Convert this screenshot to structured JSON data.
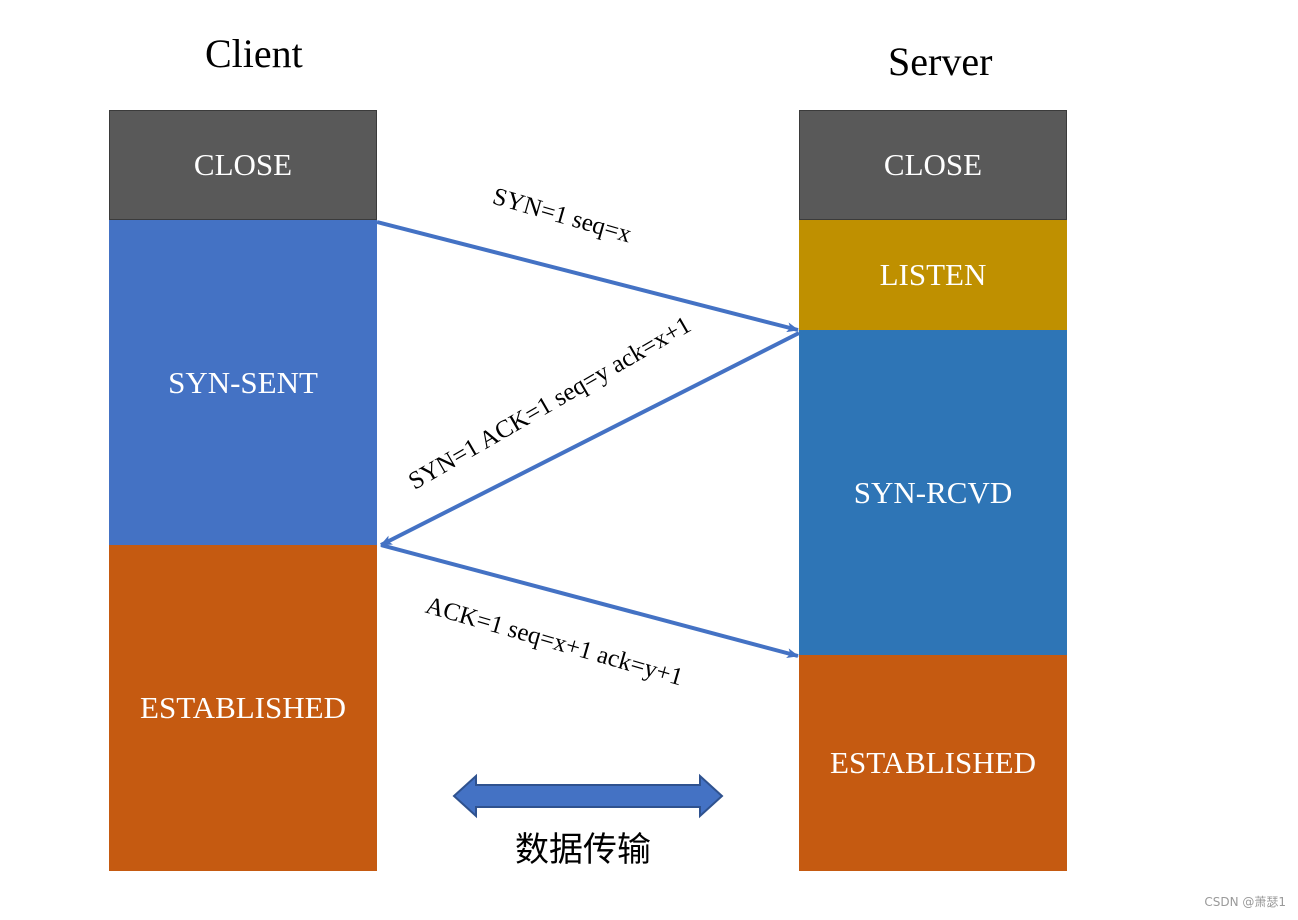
{
  "client": {
    "title": "Client",
    "states": {
      "close": "CLOSE",
      "syn_sent": "SYN-SENT",
      "established": "ESTABLISHED"
    }
  },
  "server": {
    "title": "Server",
    "states": {
      "close": "CLOSE",
      "listen": "LISTEN",
      "syn_rcvd": "SYN-RCVD",
      "established": "ESTABLISHED"
    }
  },
  "messages": {
    "syn": "SYN=1 seq=x",
    "syn_ack": "SYN=1 ACK=1 seq=y ack=x+1",
    "ack": "ACK=1 seq=x+1 ack=y+1"
  },
  "data_transfer": {
    "label": "数据传输"
  },
  "watermark": "CSDN @萧瑟1",
  "colors": {
    "close": "#595959",
    "client_syn_sent": "#4472c4",
    "listen": "#bf9000",
    "server_syn_rcvd": "#2e75b6",
    "established": "#c55a11",
    "arrow": "#4472c4"
  }
}
